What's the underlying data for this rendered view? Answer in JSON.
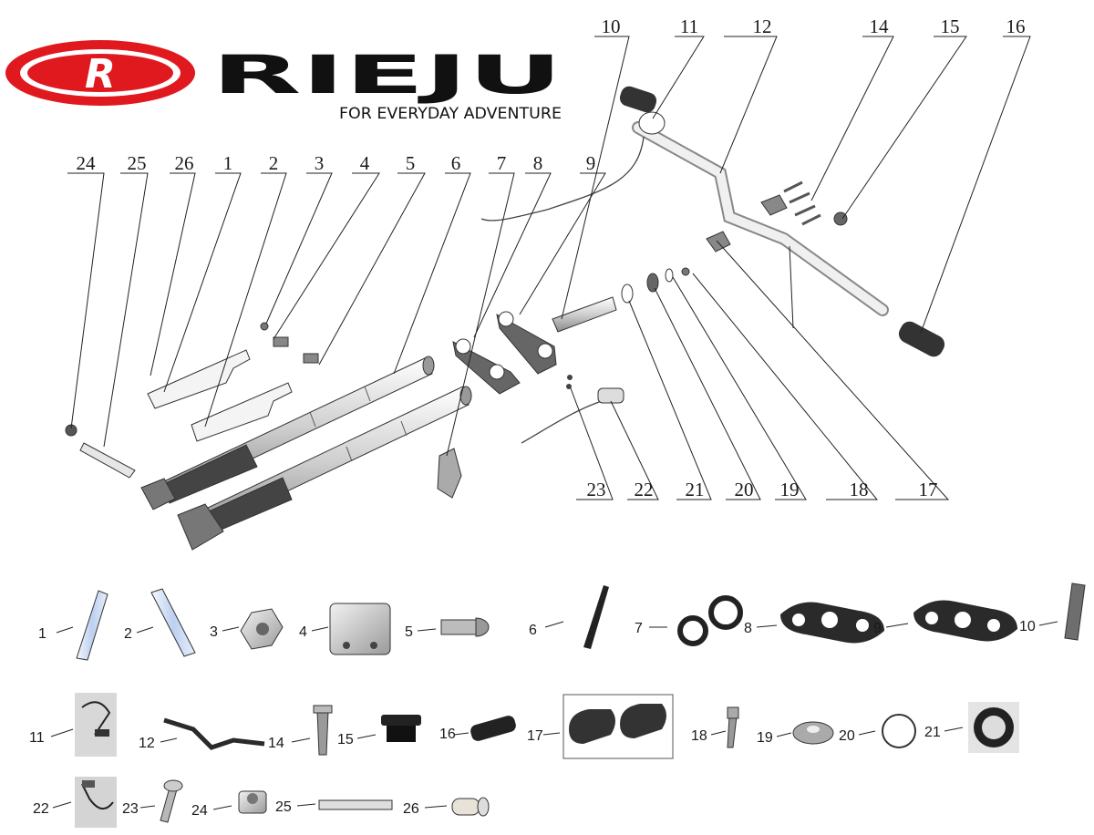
{
  "brand": {
    "logo_letter": "R",
    "name": "RIEJU",
    "tagline": "FOR EVERYDAY ADVENTURE",
    "colors": {
      "red": "#e0191f",
      "black": "#111111"
    }
  },
  "exploded_view": {
    "callouts": [
      {
        "id": "24",
        "label": "24"
      },
      {
        "id": "25",
        "label": "25"
      },
      {
        "id": "26",
        "label": "26"
      },
      {
        "id": "1",
        "label": "1"
      },
      {
        "id": "2",
        "label": "2"
      },
      {
        "id": "3",
        "label": "3"
      },
      {
        "id": "4",
        "label": "4"
      },
      {
        "id": "5",
        "label": "5"
      },
      {
        "id": "6",
        "label": "6"
      },
      {
        "id": "7",
        "label": "7"
      },
      {
        "id": "8",
        "label": "8"
      },
      {
        "id": "9",
        "label": "9"
      },
      {
        "id": "10",
        "label": "10"
      },
      {
        "id": "11",
        "label": "11"
      },
      {
        "id": "12",
        "label": "12"
      },
      {
        "id": "14",
        "label": "14"
      },
      {
        "id": "15",
        "label": "15"
      },
      {
        "id": "16",
        "label": "16"
      },
      {
        "id": "23",
        "label": "23"
      },
      {
        "id": "22",
        "label": "22"
      },
      {
        "id": "21",
        "label": "21"
      },
      {
        "id": "20",
        "label": "20"
      },
      {
        "id": "19",
        "label": "19"
      },
      {
        "id": "18",
        "label": "18"
      },
      {
        "id": "17",
        "label": "17"
      }
    ]
  },
  "catalog": {
    "parts": [
      {
        "label": "1"
      },
      {
        "label": "2"
      },
      {
        "label": "3"
      },
      {
        "label": "4"
      },
      {
        "label": "5"
      },
      {
        "label": "6"
      },
      {
        "label": "7"
      },
      {
        "label": "8"
      },
      {
        "label": "9"
      },
      {
        "label": "10"
      },
      {
        "label": "11"
      },
      {
        "label": "12"
      },
      {
        "label": "14"
      },
      {
        "label": "15"
      },
      {
        "label": "16"
      },
      {
        "label": "17"
      },
      {
        "label": "18"
      },
      {
        "label": "19"
      },
      {
        "label": "20"
      },
      {
        "label": "21"
      },
      {
        "label": "22"
      },
      {
        "label": "23"
      },
      {
        "label": "24"
      },
      {
        "label": "25"
      },
      {
        "label": "26"
      }
    ]
  }
}
